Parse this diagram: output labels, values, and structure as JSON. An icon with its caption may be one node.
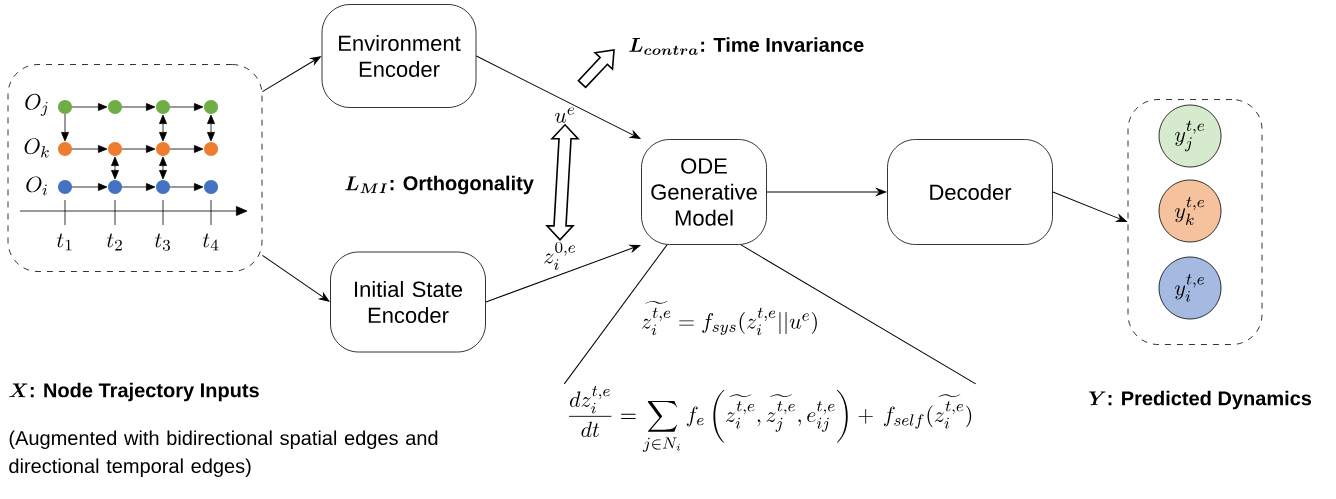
{
  "diagram": {
    "nodes": [
      {
        "text": [],
        "shape": "box"
      },
      {
        "text": [
          "Environment Encoder"
        ]
      },
      {
        "text": [
          "Initial State Encoder"
        ]
      },
      {
        "text": [
          "u^e"
        ]
      },
      {
        "text": [
          "z_i^{0,e}"
        ]
      },
      {
        "text": [
          "ODE Generative Model"
        ]
      },
      {
        "text": [
          "Decoder"
        ]
      },
      {
        "text": [],
        "shape": "box"
      },
      {
        "text": [
          "y_j^{t,e}"
        ],
        "in": 7
      },
      {
        "text": [
          "y_k^{t,e}"
        ],
        "in": 7
      },
      {
        "text": [
          "y_i^{t,e}"
        ],
        "in": 7
      },
      {
        "text": [
          "\\frac{dz_i^{t,e}}{dt} = \\sum_{j\\in N_i} f_e\\left(\\widetilde{z_i^{t,e}}, \\widetilde{z_j^{t,e}}, e_{ij}^{t,e}\\right) + \\, f_{self}(\\widetilde{z_i^{t,e}})"
        ]
      }
    ],
    "edges": [
      {
        "from": 0,
        "to": 1,
        "arrow": "to"
      },
      {
        "from": 0,
        "to": 2,
        "arrow": "to"
      },
      {
        "from": 1,
        "to": 5,
        "arrow": "to"
      },
      {
        "from": 2,
        "to": 5,
        "arrow": "to"
      },
      {
        "from": 3,
        "to": 4,
        "arrow": "both"
      },
      {
        "from": 5,
        "to": 6,
        "arrow": "to"
      },
      {
        "from": 6,
        "to": 7,
        "arrow": "to"
      },
      {
        "from": 5,
        "to": 11,
        "arrow": "none"
      },
      {
        "from": 5,
        "to": 11,
        "arrow": "none"
      }
    ],
    "labels": [
      "O_j",
      "O_k",
      "O_i",
      "t_1",
      "t_2",
      "t_3",
      "t_4",
      "\\boldsymbol{L_{contra}}\\textbf{: Time Invariance}",
      "\\boldsymbol{L_{MI}}\\textbf{: Orthogonality}",
      "\\widetilde{z_i^{t,e}} = f_{sys}(z_i^{t,e} || u^e)",
      "\\boldsymbol{X}\\textbf{: Node Trajectory Inputs}",
      "(Augmented with bidirectional spatial edges and directional temporal edges)",
      "\\boldsymbol{Y}\\textbf{: Predicted Dynamics}"
    ]
  }
}
